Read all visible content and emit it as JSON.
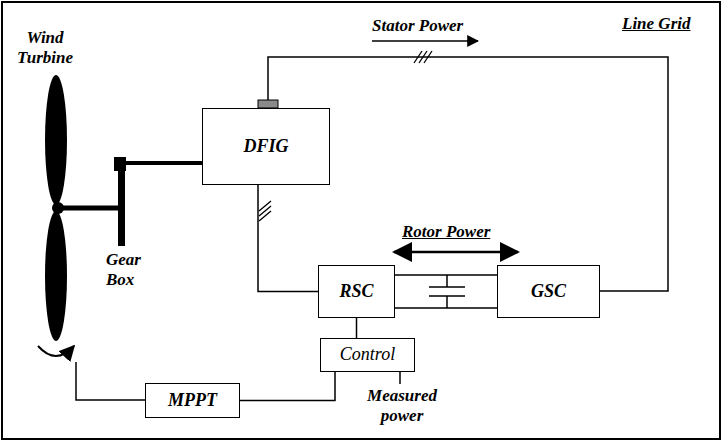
{
  "diagram": {
    "nodes": [
      {
        "text": [
          "DFIG"
        ]
      },
      {
        "text": [
          "RSC"
        ]
      },
      {
        "text": [
          "GSC"
        ]
      },
      {
        "text": [
          "Control"
        ]
      },
      {
        "text": [
          "MPPT"
        ]
      }
    ],
    "edges": [
      {
        "from": 0,
        "to": 1,
        "arrow": "none"
      },
      {
        "from": 1,
        "to": 2,
        "arrow": "none"
      },
      {
        "from": 1,
        "to": 3,
        "arrow": "none"
      },
      {
        "from": 4,
        "to": 3,
        "arrow": "none"
      }
    ],
    "labels": [
      "Wind Turbine",
      "Gear Box",
      "Stator Power",
      "Line Grid",
      "Rotor Power",
      "Measured power"
    ]
  }
}
